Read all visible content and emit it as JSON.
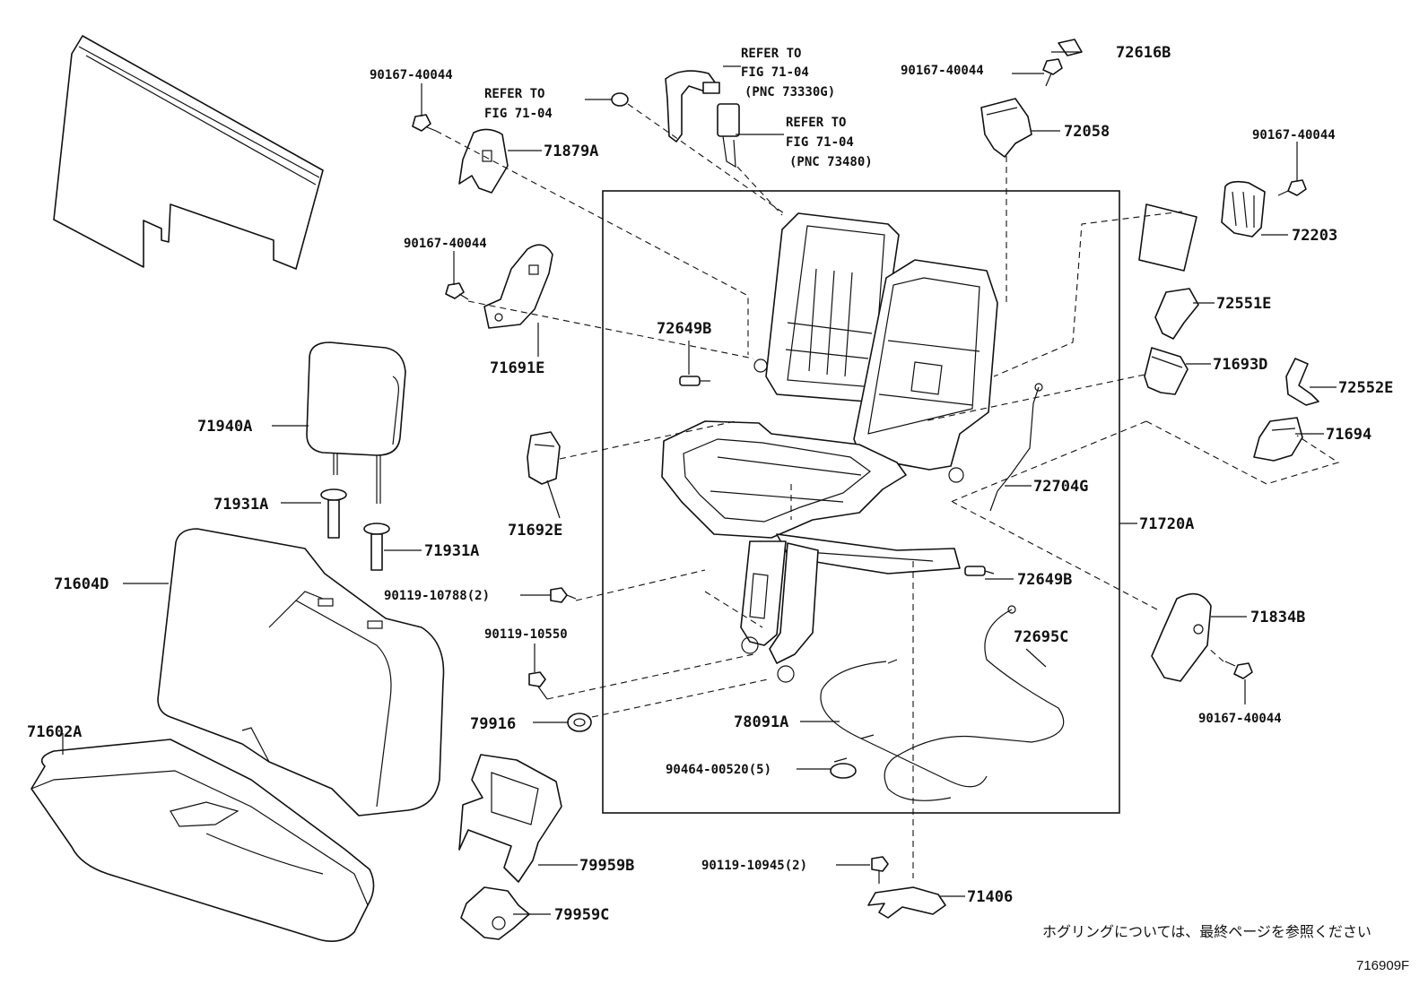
{
  "parts": {
    "p71602A": "71602A",
    "p71604D": "71604D",
    "p71940A": "71940A",
    "p71931A_1": "71931A",
    "p71931A_2": "71931A",
    "p71879A": "71879A",
    "p71691E": "71691E",
    "p71692E": "71692E",
    "p72649B_1": "72649B",
    "p72649B_2": "72649B",
    "p79916": "79916",
    "p79959B": "79959B",
    "p79959C": "79959C",
    "p78091A": "78091A",
    "p72695C": "72695C",
    "p71406": "71406",
    "p72616B": "72616B",
    "p72058": "72058",
    "p72203": "72203",
    "p72551E": "72551E",
    "p71693D": "71693D",
    "p72552E": "72552E",
    "p71694": "71694",
    "p72704G": "72704G",
    "p71720A": "71720A",
    "p71834B": "71834B"
  },
  "fasteners": {
    "f_a": "90167-40044",
    "f_b": "90167-40044",
    "f_c": "90167-40044",
    "f_d": "90167-40044",
    "f_e": "90167-40044",
    "f_10788": "90119-10788(2)",
    "f_10550": "90119-10550",
    "f_00520": "90464-00520(5)",
    "f_10945": "90119-10945(2)"
  },
  "refs": {
    "r1_line1": "REFER TO",
    "r1_line2": "FIG 71-04",
    "r2_line1": "REFER TO",
    "r2_line2": "FIG 71-04",
    "r2_line3": "(PNC 73330G)",
    "r3_line1": "REFER TO",
    "r3_line2": "FIG 71-04",
    "r3_line3": "(PNC 73480)"
  },
  "footnote": "ホグリングについては、最終ページを参照ください",
  "figure_code": "716909F"
}
